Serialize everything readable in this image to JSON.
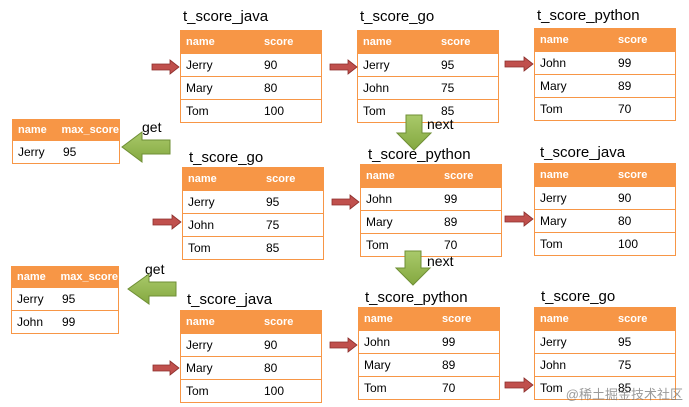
{
  "colors": {
    "header": "#f79646",
    "red_arrow": "#c0504d",
    "green_arrow": "#9bbb59"
  },
  "columns": {
    "name": "name",
    "score": "score",
    "max_score": "max_score"
  },
  "labels": {
    "get": "get",
    "next": "next"
  },
  "rounds": [
    {
      "tables": [
        {
          "title": "t_score_java",
          "rows": [
            [
              "Jerry",
              "90"
            ],
            [
              "Mary",
              "80"
            ],
            [
              "Tom",
              "100"
            ]
          ]
        },
        {
          "title": "t_score_go",
          "rows": [
            [
              "Jerry",
              "95"
            ],
            [
              "John",
              "75"
            ],
            [
              "Tom",
              "85"
            ]
          ]
        },
        {
          "title": "t_score_python",
          "rows": [
            [
              "John",
              "99"
            ],
            [
              "Mary",
              "89"
            ],
            [
              "Tom",
              "70"
            ]
          ]
        }
      ],
      "result": [
        [
          "Jerry",
          "95"
        ]
      ]
    },
    {
      "tables": [
        {
          "title": "t_score_go",
          "rows": [
            [
              "Jerry",
              "95"
            ],
            [
              "John",
              "75"
            ],
            [
              "Tom",
              "85"
            ]
          ]
        },
        {
          "title": "t_score_python",
          "rows": [
            [
              "John",
              "99"
            ],
            [
              "Mary",
              "89"
            ],
            [
              "Tom",
              "70"
            ]
          ]
        },
        {
          "title": "t_score_java",
          "rows": [
            [
              "Jerry",
              "90"
            ],
            [
              "Mary",
              "80"
            ],
            [
              "Tom",
              "100"
            ]
          ]
        }
      ],
      "result": [
        [
          "Jerry",
          "95"
        ],
        [
          "John",
          "99"
        ]
      ]
    },
    {
      "tables": [
        {
          "title": "t_score_java",
          "rows": [
            [
              "Jerry",
              "90"
            ],
            [
              "Mary",
              "80"
            ],
            [
              "Tom",
              "100"
            ]
          ]
        },
        {
          "title": "t_score_python",
          "rows": [
            [
              "John",
              "99"
            ],
            [
              "Mary",
              "89"
            ],
            [
              "Tom",
              "70"
            ]
          ]
        },
        {
          "title": "t_score_go",
          "rows": [
            [
              "Jerry",
              "95"
            ],
            [
              "John",
              "75"
            ],
            [
              "Tom",
              "85"
            ]
          ]
        }
      ]
    }
  ],
  "watermark": "@稀土掘金技术社区"
}
